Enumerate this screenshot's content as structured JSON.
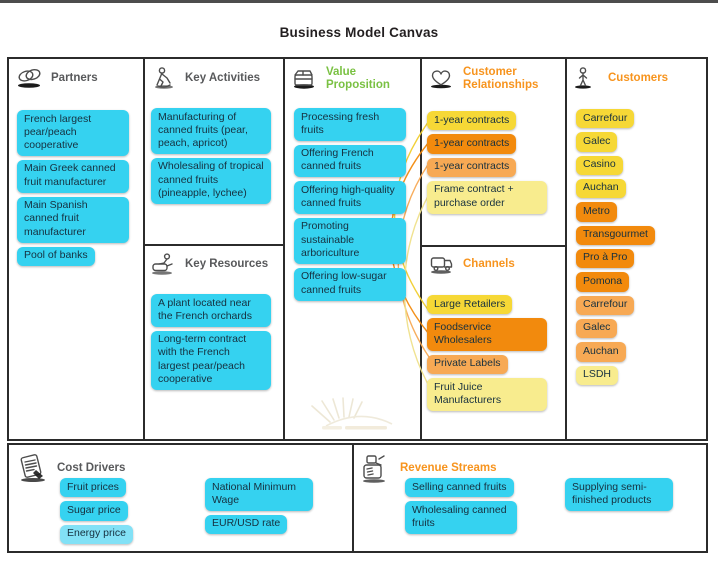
{
  "title": "Business Model Canvas",
  "palette": {
    "cyan": "#35d2f0",
    "cyan_light": "#82e1f6",
    "yellow": "#f6d836",
    "orange_dark": "#f28a0d",
    "orange_mid": "#f7a954",
    "yellow_pale": "#f8ec8e",
    "heading_gray": "#58595b",
    "heading_green": "#7ac143",
    "heading_orange": "#f7941e"
  },
  "sections": {
    "partners": {
      "label": "Partners",
      "items": [
        {
          "text": "French largest pear/peach cooperative",
          "color": "cyan"
        },
        {
          "text": "Main Greek canned fruit manufacturer",
          "color": "cyan"
        },
        {
          "text": "Main Spanish canned fruit manufacturer",
          "color": "cyan"
        },
        {
          "text": "Pool of banks",
          "color": "cyan"
        }
      ]
    },
    "key_activities": {
      "label": "Key Activities",
      "items": [
        {
          "text": "Manufacturing of canned fruits (pear, peach, apricot)",
          "color": "cyan"
        },
        {
          "text": "Wholesaling of tropical canned fruits (pineapple, lychee)",
          "color": "cyan"
        }
      ]
    },
    "key_resources": {
      "label": "Key Resources",
      "items": [
        {
          "text": "A plant located near the French orchards",
          "color": "cyan"
        },
        {
          "text": "Long-term contract with the French largest pear/peach cooperative",
          "color": "cyan"
        }
      ]
    },
    "value_proposition": {
      "label": "Value Proposition",
      "items": [
        {
          "text": "Processing fresh fruits",
          "color": "cyan"
        },
        {
          "text": "Offering French canned fruits",
          "color": "cyan"
        },
        {
          "text": "Offering high-quality canned fruits",
          "color": "cyan"
        },
        {
          "text": "Promoting sustainable arboriculture",
          "color": "cyan"
        },
        {
          "text": "Offering low-sugar canned fruits",
          "color": "cyan"
        }
      ]
    },
    "customer_relationships": {
      "label": "Customer Relationships",
      "items": [
        {
          "text": "1-year contracts",
          "color": "yellow"
        },
        {
          "text": "1-year contracts",
          "color": "orange_dark"
        },
        {
          "text": "1-year contracts",
          "color": "orange_mid"
        },
        {
          "text": "Frame contract + purchase order",
          "color": "yellow_pale"
        }
      ]
    },
    "channels": {
      "label": "Channels",
      "items": [
        {
          "text": "Large Retailers",
          "color": "yellow"
        },
        {
          "text": "Foodservice Wholesalers",
          "color": "orange_dark"
        },
        {
          "text": "Private Labels",
          "color": "orange_mid"
        },
        {
          "text": "Fruit Juice Manufacturers",
          "color": "yellow_pale"
        }
      ]
    },
    "customers": {
      "label": "Customers",
      "items": [
        {
          "text": "Carrefour",
          "color": "yellow"
        },
        {
          "text": "Galec",
          "color": "yellow"
        },
        {
          "text": "Casino",
          "color": "yellow"
        },
        {
          "text": "Auchan",
          "color": "yellow"
        },
        {
          "text": "Metro",
          "color": "orange_dark"
        },
        {
          "text": "Transgourmet",
          "color": "orange_dark"
        },
        {
          "text": "Pro à Pro",
          "color": "orange_dark"
        },
        {
          "text": "Pomona",
          "color": "orange_dark"
        },
        {
          "text": "Carrefour",
          "color": "orange_mid"
        },
        {
          "text": "Galec",
          "color": "orange_mid"
        },
        {
          "text": "Auchan",
          "color": "orange_mid"
        },
        {
          "text": "LSDH",
          "color": "yellow_pale"
        }
      ]
    },
    "cost_drivers": {
      "label": "Cost Drivers",
      "groups": [
        {
          "items": [
            {
              "text": "Fruit prices",
              "color": "cyan"
            },
            {
              "text": "Sugar price",
              "color": "cyan"
            },
            {
              "text": "Energy price",
              "color": "cyan_light"
            }
          ]
        },
        {
          "items": [
            {
              "text": "National Minimum Wage",
              "color": "cyan"
            },
            {
              "text": "EUR/USD rate",
              "color": "cyan"
            }
          ]
        }
      ]
    },
    "revenue_streams": {
      "label": "Revenue Streams",
      "groups": [
        {
          "items": [
            {
              "text": "Selling canned fruits",
              "color": "cyan"
            },
            {
              "text": "Wholesaling canned fruits",
              "color": "cyan"
            }
          ]
        },
        {
          "items": [
            {
              "text": "Supplying semi-finished products",
              "color": "cyan"
            }
          ]
        }
      ]
    }
  }
}
